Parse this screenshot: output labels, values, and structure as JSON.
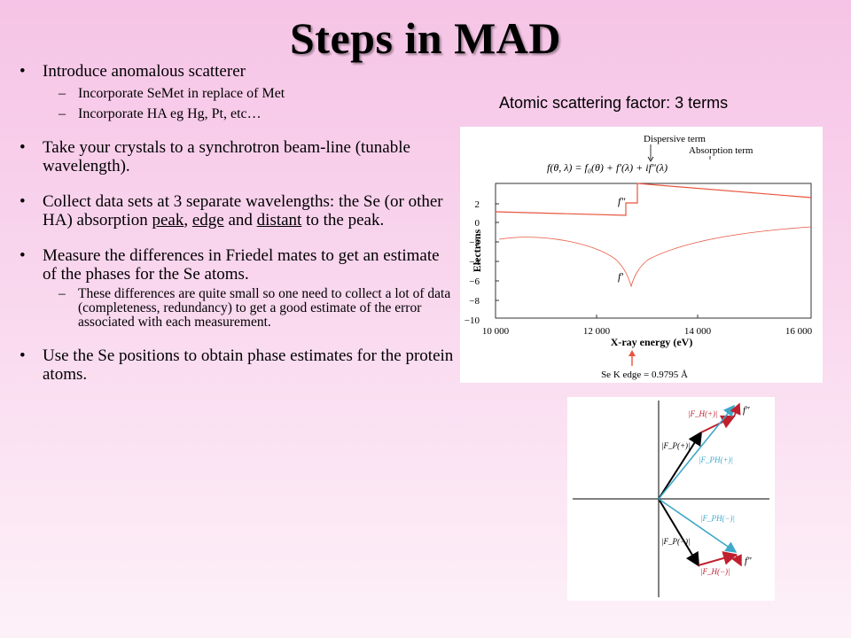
{
  "slide": {
    "title": "Steps in MAD",
    "bullets": {
      "b1": "Introduce anomalous scatterer",
      "b1_sub1": "Incorporate SeMet in replace of Met",
      "b1_sub2": "Incorporate HA  eg Hg, Pt, etc…",
      "b2": "Take your crystals to a synchrotron beam-line (tunable wavelength).",
      "b3_pre": " Collect data sets at 3 separate wavelengths: the Se (or other HA) absorption ",
      "b3_peak": "peak",
      "b3_sep": ", ",
      "b3_edge": "edge",
      "b3_and": " and ",
      "b3_distant": "distant",
      "b3_post": " to the peak.",
      "b4": "Measure the differences in Friedel mates to get an estimate of the phases for the Se atoms.",
      "b4_sub1": "These differences are quite small so one need to collect a lot of data (completeness, redundancy) to get a good estimate of the error associated with each measurement.",
      "b5": "Use the Se positions to obtain phase estimates for the protein atoms."
    },
    "bullet_glyph": "•",
    "dash_glyph": "–"
  },
  "figure1": {
    "caption": "Atomic scattering factor: 3 terms",
    "dispersive_label": "Dispersive term",
    "absorption_label": "Absorption term",
    "equation": "f(θ, λ) = f₀(θ) + f′(λ) + if″(λ)",
    "curve_fpp_label": "f″",
    "curve_fp_label": "f′",
    "ylabel": "Electrons",
    "xlabel": "X-ray energy (eV)",
    "edge_note": "Se K edge = 0.9795 Å",
    "yticks": [
      "2",
      "0",
      "−2",
      "−4",
      "−6",
      "−8",
      "−10"
    ],
    "xticks": [
      "10 000",
      "12 000",
      "14 000",
      "16 000"
    ],
    "curve_color": "#e8553f"
  },
  "figure2": {
    "FH_plus": "|F_H(+)|",
    "FP_plus": "|F_P(+)|",
    "FPH_plus": "|F_PH(+)|",
    "FPH_minus": "|F_PH(−)|",
    "FP_minus": "|F_P(−)|",
    "FH_minus": "|F_H(−)|",
    "fpp_top": "f″",
    "fpp_bottom": "f″",
    "colors": {
      "red": "#c0202e",
      "cyan": "#3fa8c8",
      "black": "#000000"
    }
  }
}
